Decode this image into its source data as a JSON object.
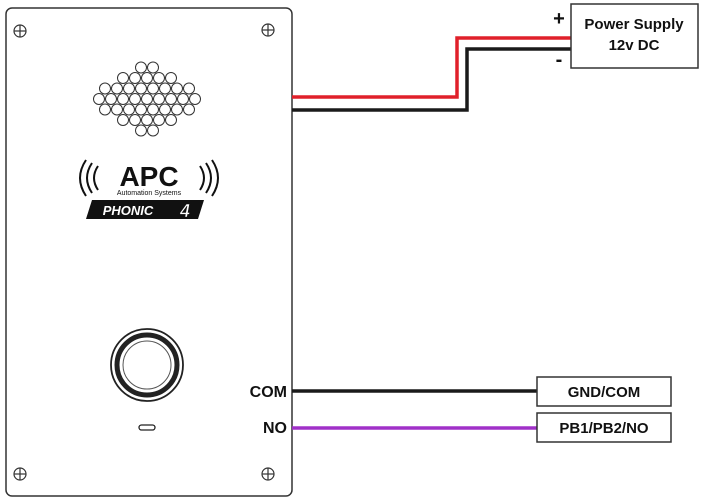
{
  "logo": {
    "brand": "APC",
    "subtitle": "Automation Systems",
    "product": "PHONIC",
    "product_number": "4"
  },
  "power_supply": {
    "line1": "Power Supply",
    "line2": "12v DC",
    "plus": "+",
    "minus": "-"
  },
  "terminals": {
    "com_label": "COM",
    "no_label": "NO",
    "gnd_com": "GND/COM",
    "pb_no": "PB1/PB2/NO"
  },
  "colors": {
    "red_wire": "#e0202a",
    "black_wire": "#1a1a1a",
    "purple_wire": "#a030c8",
    "panel_border": "#333333"
  },
  "icons": [
    "screw-icon",
    "speaker-grille-icon",
    "push-button-icon",
    "led-indicator-icon",
    "signal-waves-icon"
  ]
}
